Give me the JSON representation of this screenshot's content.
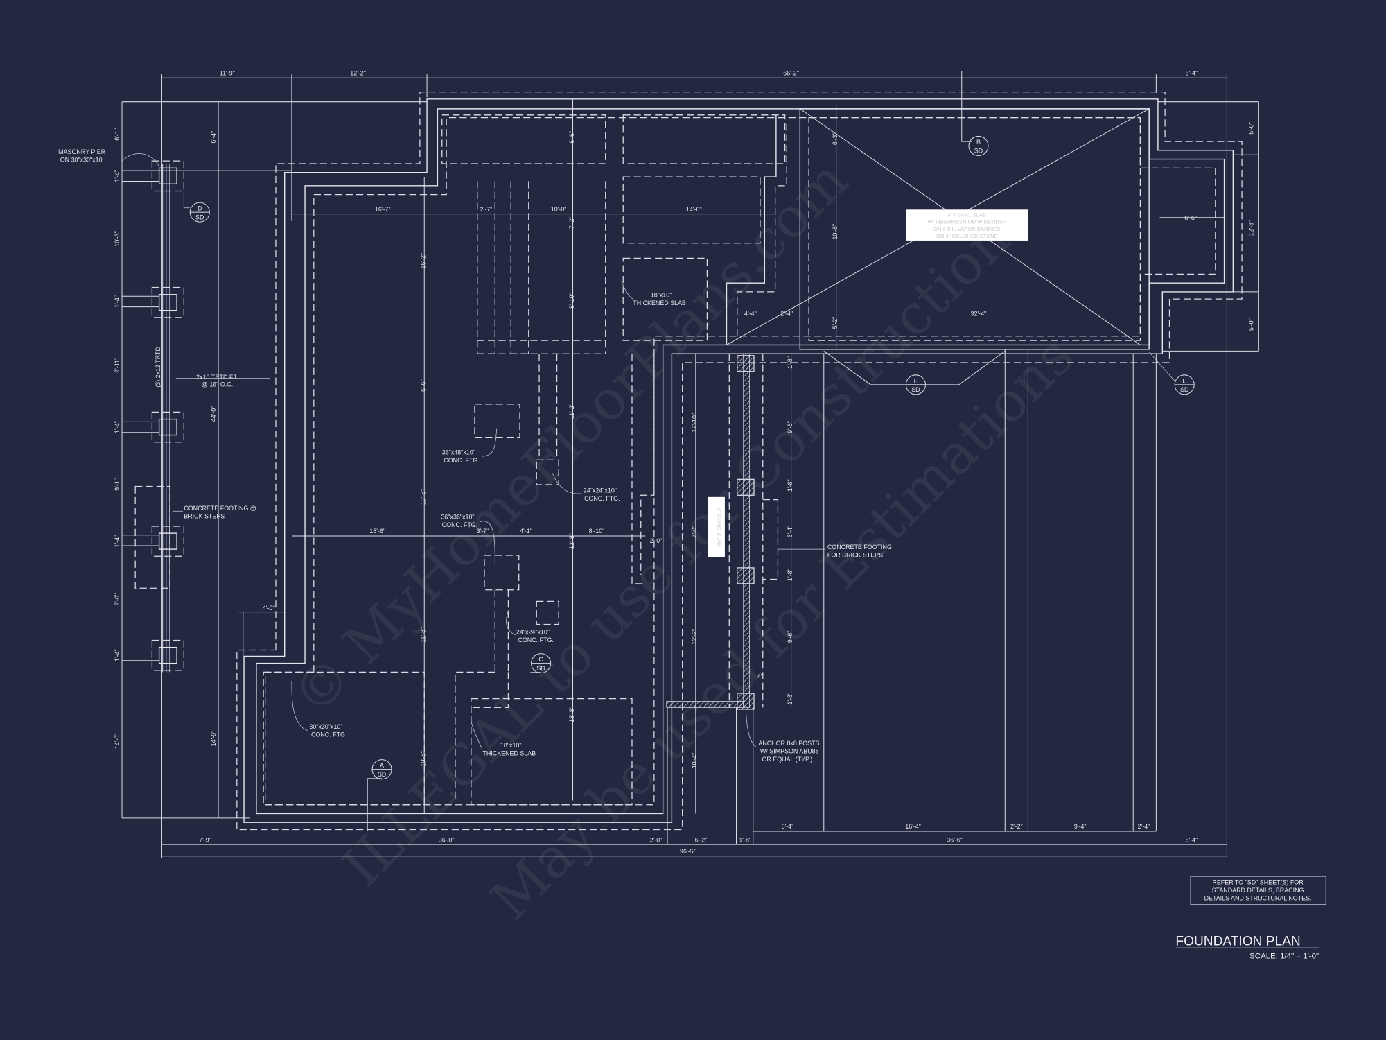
{
  "colors": {
    "background": "#232740",
    "linework": "#d9dce6"
  },
  "title": {
    "text": "FOUNDATION PLAN",
    "scale": "SCALE: 1/4\" = 1'-0\""
  },
  "general_note": [
    "REFER TO \"SD\"  SHEET(S) FOR",
    "STANDARD DETAILS, BRACING",
    "DETAILS AND STRUCTURAL NOTES."
  ],
  "dims": [
    "11'-9\"",
    "12'-2\"",
    "66'-2\"",
    "6'-4\"",
    "6'-1\"",
    "1'-4\"",
    "10'-3\"",
    "1'-4\"",
    "9'-11\"",
    "1'-4\"",
    "9'-1\"",
    "1'-4\"",
    "9'-0\"",
    "1'-4\"",
    "14'-0\"",
    "6'-4\"",
    "44'-0\"",
    "14'-8\"",
    "16'-7\"",
    "2'-7\"",
    "10'-0\"",
    "14'-6\"",
    "16'-2\"",
    "6'-6\"",
    "13'-8\"",
    "11'-8\"",
    "10'-8\"",
    "6'-6\"",
    "7'-2\"",
    "8'-10\"",
    "11'-2\"",
    "12'-8\"",
    "18'-8\"",
    "6'-3\"",
    "10'-8\"",
    "5'-2\"",
    "4'-4\"",
    "2'-4\"",
    "32'-4\"",
    "5'-0\"",
    "12'-8\"",
    "5'-0\"",
    "6'-6\"",
    "15'-6\"",
    "3'-7\"",
    "4'-1\"",
    "8'-10\"",
    "2'-0\"",
    "12'-10\"",
    "7'-0\"",
    "12'-2\"",
    "10'-4\"",
    "1'-8\"",
    "9'-6\"",
    "1'-8\"",
    "6'-4\"",
    "1'-8\"",
    "9'-6\"",
    "1'-8\"",
    "4\"",
    "4'-0\"",
    "6'-4\"",
    "16'-4\"",
    "2'-2\"",
    "9'-4\"",
    "2'-4\"",
    "7'-9\"",
    "36'-0\"",
    "2'-0\"",
    "6'-2\"",
    "1'-8\"",
    "36'-6\"",
    "6'-4\"",
    "96'-5\""
  ],
  "notes": {
    "masonry_pier": [
      "MASONRY PIER",
      "ON 30\"x30\"x10"
    ],
    "floor_joist": [
      "2x10 TRTD FJ",
      "@ 16\" O.C."
    ],
    "beam": "(3) 2x12 TRTD",
    "brick_steps_left": [
      "CONCRETE FOOTING @",
      "BRICK STEPS"
    ],
    "thickened_slab_top": [
      "18\"x10\"",
      "THICKENED SLAB"
    ],
    "ftg_36x48": [
      "36\"x48\"x10\"",
      "CONC. FTG."
    ],
    "ftg_24x24_a": [
      "24\"x24\"x10\"",
      "CONC. FTG."
    ],
    "ftg_36x36": [
      "36\"x36\"x10\"",
      "CONC. FTG."
    ],
    "ftg_24x24_b": [
      "24\"x24\"x10\"",
      "CONC. FTG."
    ],
    "ftg_30x30": [
      "30\"x30\"x10\"",
      "CONC. FTG."
    ],
    "thickened_slab_bottom": [
      "18\"x10\"",
      "THICKENED SLAB"
    ],
    "brick_steps_right": [
      "CONCRETE FOOTING",
      "FOR BRICK STEPS"
    ],
    "anchor_posts": [
      "ANCHOR 8x8 POSTS",
      "W/ SIMPSON ABU88",
      "OR EQUAL (TYP.)"
    ],
    "garage_slab": [
      "4\" CONC. SLAB",
      "W/ FIBERMESH OR WIREMESH",
      "ON 6 MIL VAPOR BARRIER",
      "ON 4\" CRUSHED STONE"
    ],
    "porch_slab": "4\" CONC. SLAB"
  },
  "section_tags": [
    {
      "id": "D",
      "sheet": "SD"
    },
    {
      "id": "B",
      "sheet": "SD"
    },
    {
      "id": "F",
      "sheet": "SD"
    },
    {
      "id": "E",
      "sheet": "SD"
    },
    {
      "id": "C",
      "sheet": "SD"
    },
    {
      "id": "A",
      "sheet": "SD"
    }
  ],
  "watermark": [
    "© MyHomeFloorPlans.com",
    "ILLEGAL to use for Construction",
    "May be used for Estimations"
  ]
}
